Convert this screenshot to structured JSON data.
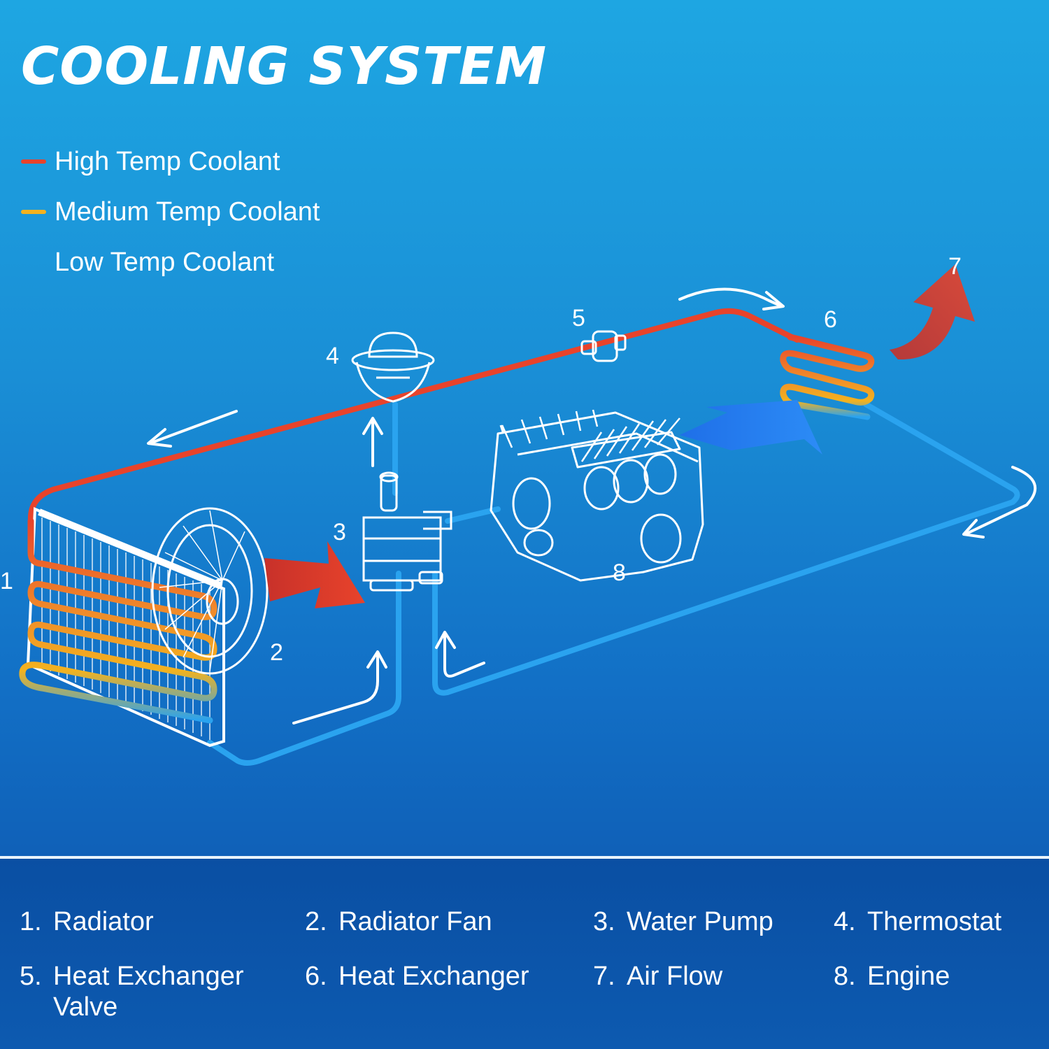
{
  "title": "COOLING SYSTEM",
  "legend": [
    {
      "label": "High Temp Coolant",
      "color": "#e8432b"
    },
    {
      "label": "Medium Temp Coolant",
      "color": "#f3b21f"
    },
    {
      "label": "Low Temp Coolant",
      "color": ""
    }
  ],
  "callouts": [
    "1",
    "2",
    "3",
    "4",
    "5",
    "6",
    "7",
    "8"
  ],
  "parts": [
    {
      "num": "1.",
      "name": "Radiator"
    },
    {
      "num": "2.",
      "name": "Radiator Fan"
    },
    {
      "num": "3.",
      "name": "Water Pump"
    },
    {
      "num": "4.",
      "name": "Thermostat"
    },
    {
      "num": "5.",
      "name": "Heat Exchanger Valve"
    },
    {
      "num": "6.",
      "name": "Heat Exchanger"
    },
    {
      "num": "7.",
      "name": "Air Flow"
    },
    {
      "num": "8.",
      "name": "Engine"
    }
  ],
  "colors": {
    "high": "#e8432b",
    "medium": "#f3b21f",
    "low": "#2aa3ef",
    "outline": "#ffffff",
    "flow_arrow_blue": "#1e78f0",
    "flow_arrow_red": "#d9352a"
  }
}
